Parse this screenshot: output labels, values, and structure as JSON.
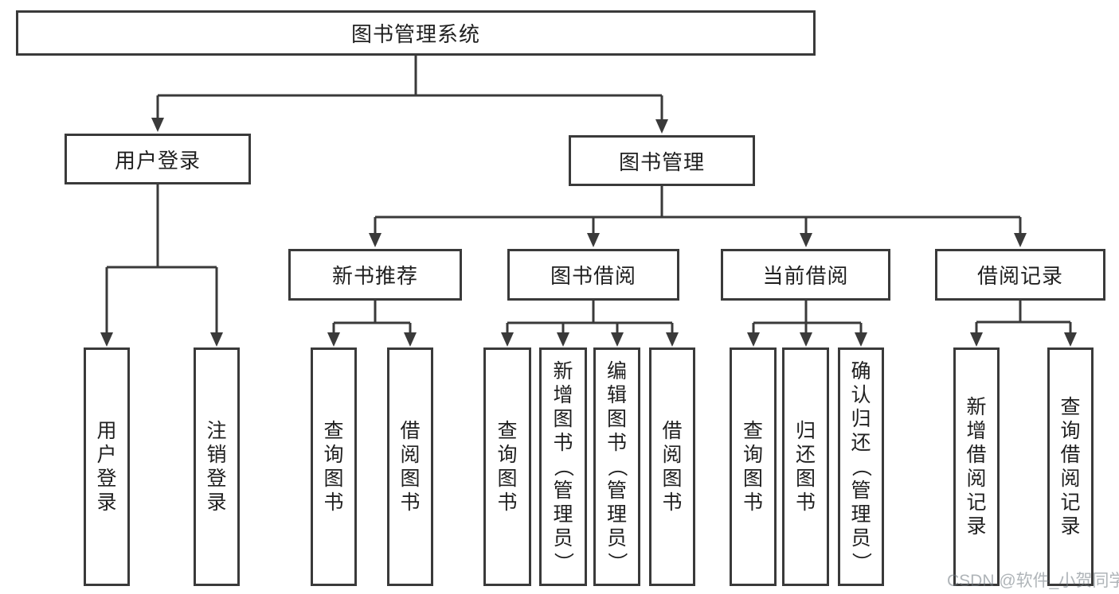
{
  "diagram": {
    "type": "hierarchy-tree",
    "root": {
      "label": "图书管理系统",
      "children": [
        {
          "label": "用户登录",
          "children": [
            {
              "label": "用户登录"
            },
            {
              "label": "注销登录"
            }
          ]
        },
        {
          "label": "图书管理",
          "children": [
            {
              "label": "新书推荐",
              "children": [
                {
                  "label": "查询图书"
                },
                {
                  "label": "借阅图书"
                }
              ]
            },
            {
              "label": "图书借阅",
              "children": [
                {
                  "label": "查询图书"
                },
                {
                  "label": "新增图书（管理员）"
                },
                {
                  "label": "编辑图书（管理员）"
                },
                {
                  "label": "借阅图书"
                }
              ]
            },
            {
              "label": "当前借阅",
              "children": [
                {
                  "label": "查询图书"
                },
                {
                  "label": "归还图书"
                },
                {
                  "label": "确认归还（管理员）"
                }
              ]
            },
            {
              "label": "借阅记录",
              "children": [
                {
                  "label": "新增借阅记录"
                },
                {
                  "label": "查询借阅记录"
                }
              ]
            }
          ]
        }
      ]
    }
  },
  "watermark": {
    "text": "CSDN @软件_小贺同学"
  },
  "colors": {
    "line": "#3a3a3a",
    "box_border": "#3a3a3a",
    "text": "#1f1f1f",
    "background": "#ffffff",
    "watermark": "#9ba1a6"
  }
}
